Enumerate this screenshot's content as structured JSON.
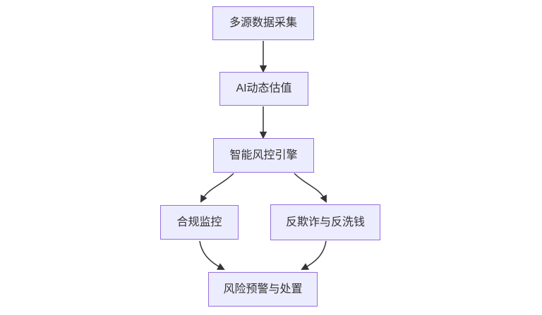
{
  "diagram": {
    "type": "flowchart",
    "direction": "top-down",
    "nodes": [
      {
        "id": "data-collection",
        "label": "多源数据采集"
      },
      {
        "id": "ai-valuation",
        "label": "AI动态估值"
      },
      {
        "id": "risk-engine",
        "label": "智能风控引擎"
      },
      {
        "id": "compliance",
        "label": "合规监控"
      },
      {
        "id": "antifraud-aml",
        "label": "反欺诈与反洗钱"
      },
      {
        "id": "risk-disposal",
        "label": "风险预警与处置"
      }
    ],
    "edges": [
      {
        "from": "多源数据采集",
        "to": "AI动态估值"
      },
      {
        "from": "AI动态估值",
        "to": "智能风控引擎"
      },
      {
        "from": "智能风控引擎",
        "to": "合规监控"
      },
      {
        "from": "智能风控引擎",
        "to": "反欺诈与反洗钱"
      },
      {
        "from": "合规监控",
        "to": "风险预警与处置"
      },
      {
        "from": "反欺诈与反洗钱",
        "to": "风险预警与处置"
      }
    ],
    "colors": {
      "background": "#FFFFFF",
      "node_fill": "#ECECFF",
      "node_border": "#9370DB",
      "text": "#333333",
      "arrow": "#333333"
    }
  }
}
